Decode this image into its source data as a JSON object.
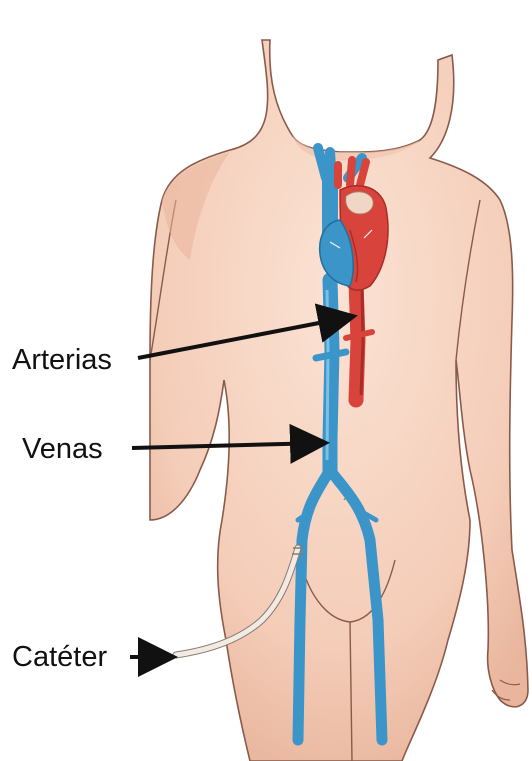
{
  "labels": {
    "arterias": "Arterias",
    "venas": "Venas",
    "cateter": "Catéter"
  },
  "colors": {
    "skin": "#f6d4c2",
    "skin_shadow": "#e9b8a1",
    "outline": "#8a5a4a",
    "artery": "#d8443c",
    "artery_dark": "#a82d27",
    "vein": "#3b95c9",
    "vein_dark": "#1f6f9f",
    "catheter": "#f2ebe4",
    "arrow": "#111111"
  }
}
